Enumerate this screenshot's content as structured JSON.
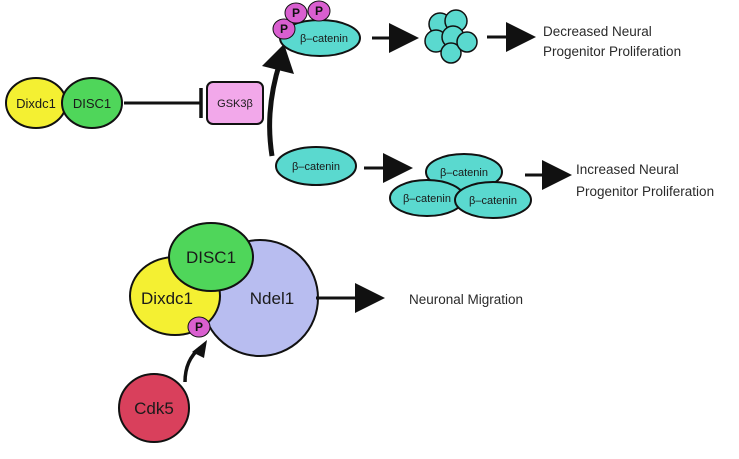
{
  "labels": {
    "dixdc1_top": "Dixdc1",
    "disc1_top": "DISC1",
    "gsk3b": "GSK3β",
    "bcat_phos": "β–catenin",
    "bcat_single": "β–catenin",
    "bcat_cluster_top": "β–catenin",
    "bcat_cluster_left": "β–catenin",
    "bcat_cluster_right": "β–catenin",
    "disc1_complex": "DISC1",
    "dixdc1_complex": "Dixdc1",
    "ndel1": "Ndel1",
    "cdk5": "Cdk5",
    "phospho": "P"
  },
  "outcomes": {
    "decreased_line1": "Decreased Neural",
    "decreased_line2": "Progenitor Proliferation",
    "increased_line1": "Increased Neural",
    "increased_line2": "Progenitor Proliferation",
    "migration": "Neuronal Migration"
  },
  "colors": {
    "yellow": "#f4f032",
    "green": "#4fd65a",
    "pink": "#f2a8ea",
    "magenta": "#d95fd0",
    "teal": "#5ad9cf",
    "lavender": "#b8bdf0",
    "red": "#d9405c",
    "stroke": "#111111"
  }
}
